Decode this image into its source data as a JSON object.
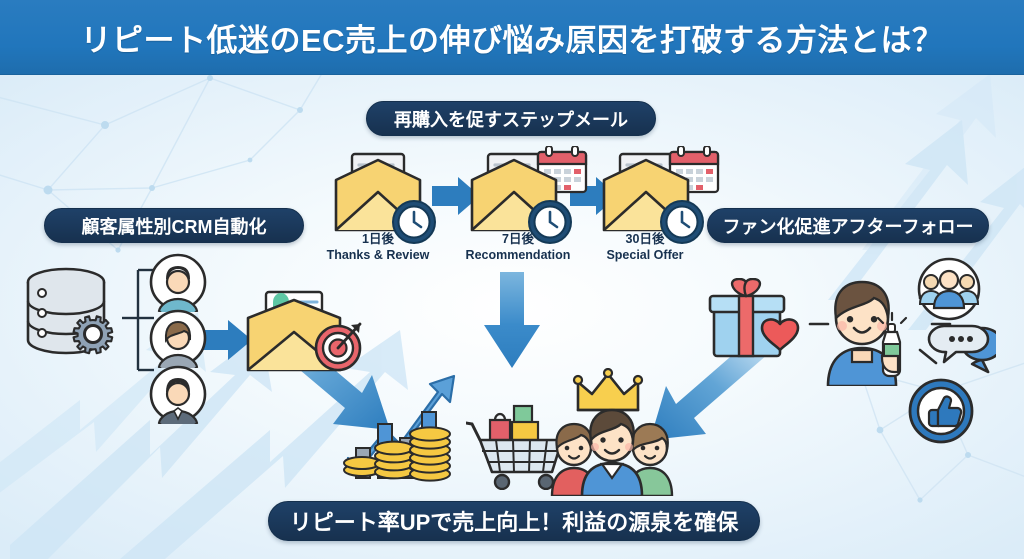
{
  "header": {
    "title": "リピート低迷のEC売上の伸び悩み原因を打破する方法とは？",
    "bg_color": "#2176bc",
    "text_color": "#ffffff"
  },
  "background": {
    "base_color": "#eaf4fb",
    "arrow_color": "#cfe6f6",
    "network_color": "#d6e9f5"
  },
  "labels": {
    "step_mail": "再購入を促すステップメール",
    "crm": "顧客属性別CRM自動化",
    "fan": "ファン化促進アフターフォロー",
    "result": "リピート率UPで売上向上！利益の源泉を確保",
    "pill_bg": "#17314f",
    "pill_text": "#ffffff"
  },
  "step_mails": [
    {
      "day": "1日後",
      "caption": "Thanks & Review",
      "icons": [
        "envelope-icon",
        "clock-icon"
      ]
    },
    {
      "day": "7日後",
      "caption": "Recommendation",
      "icons": [
        "envelope-icon",
        "calendar-icon",
        "clock-icon"
      ]
    },
    {
      "day": "30日後",
      "caption": "Special Offer",
      "icons": [
        "envelope-icon",
        "calendar-icon",
        "clock-icon"
      ]
    }
  ],
  "crm_section": {
    "icons": [
      "database-icon",
      "gear-icon",
      "avatar-male-icon",
      "avatar-female-icon",
      "avatar-businessman-icon",
      "envelope-target-icon"
    ],
    "avatar_count": 3
  },
  "fan_section": {
    "icons": [
      "gift-icon",
      "heart-icon",
      "person-bottle-icon",
      "group-badge-icon",
      "chat-badge-icon",
      "thumbs-up-badge-icon"
    ]
  },
  "result_section": {
    "icons": [
      "growth-chart-icon",
      "coins-icon",
      "shopping-cart-icon",
      "crown-icon",
      "family-group-icon"
    ]
  },
  "flow_arrows": [
    {
      "name": "arrow-db-to-mail",
      "direction": "right"
    },
    {
      "name": "arrow-step-1-to-2",
      "direction": "right"
    },
    {
      "name": "arrow-step-2-to-3",
      "direction": "right"
    },
    {
      "name": "arrow-steps-to-result",
      "direction": "down"
    },
    {
      "name": "arrow-crm-to-result",
      "direction": "down-right"
    },
    {
      "name": "arrow-fan-to-result",
      "direction": "down-left"
    }
  ],
  "palette": {
    "blue_arrow": "#2d7dbe",
    "envelope_yellow": "#f7d372",
    "clock_navy": "#1f4d75",
    "calendar_red": "#e2606a",
    "gift_blue": "#7ec2e8",
    "coin_gold": "#f5c842",
    "crown_gold": "#f8cf4e",
    "target_red": "#e8656b"
  }
}
